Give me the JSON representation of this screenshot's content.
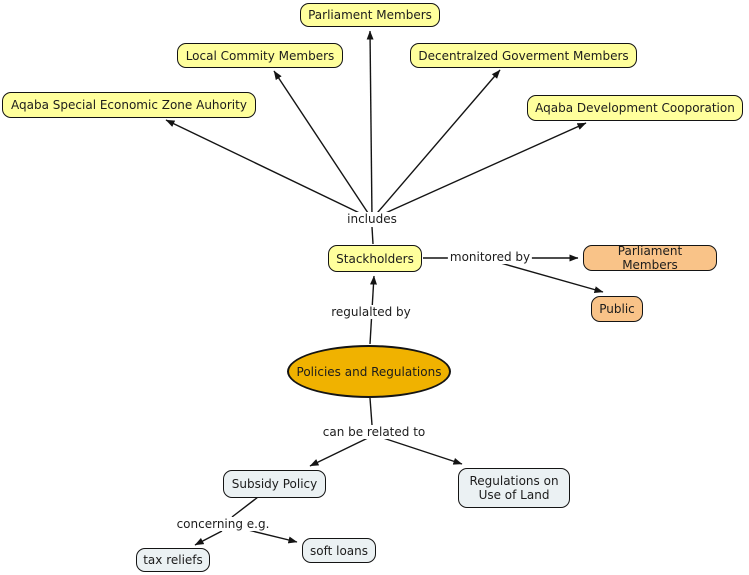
{
  "colors": {
    "background": "#FFFFFF",
    "node_yellow": "#FFFF9C",
    "node_orange": "#F9C388",
    "node_gray": "#EBF1F3",
    "ellipse_gold": "#F0B200",
    "border": "#141414",
    "line": "#141414",
    "text": "#1C1C1C"
  },
  "nodes": {
    "parliament_top": {
      "label": "Parliament Members"
    },
    "local_commity": {
      "label": "Local Commity Members"
    },
    "decentralzed": {
      "label": "Decentralzed Goverment Members"
    },
    "aqaba_zone": {
      "label": "Aqaba Special Economic Zone Auhority"
    },
    "aqaba_dev": {
      "label": "Aqaba Development Cooporation"
    },
    "stackholders": {
      "label": "Stackholders"
    },
    "parliament_right": {
      "label": "Parliament Members"
    },
    "public": {
      "label": "Public"
    },
    "policies": {
      "label": "Policies and Regulations"
    },
    "subsidy": {
      "label": "Subsidy Policy"
    },
    "regulations_land": {
      "label": "Regulations on Use of Land"
    },
    "tax_reliefs": {
      "label": "tax reliefs"
    },
    "soft_loans": {
      "label": "soft loans"
    }
  },
  "links": {
    "includes": {
      "label": "includes"
    },
    "monitored_by": {
      "label": "monitored by"
    },
    "regulalted_by": {
      "label": "regulalted by"
    },
    "can_be_related": {
      "label": "can be related to"
    },
    "concerning": {
      "label": "concerning e.g."
    }
  }
}
